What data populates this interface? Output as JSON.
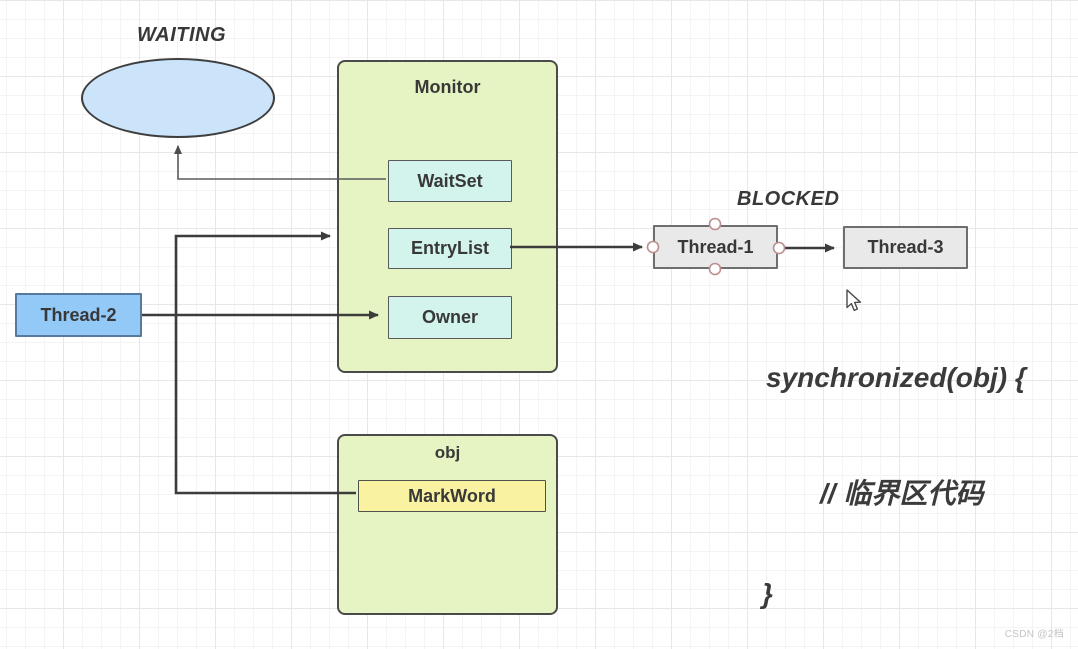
{
  "labels": {
    "waiting": "WAITING",
    "blocked": "BLOCKED"
  },
  "monitor": {
    "title": "Monitor",
    "slots": [
      {
        "label": "WaitSet"
      },
      {
        "label": "EntryList"
      },
      {
        "label": "Owner"
      }
    ]
  },
  "object": {
    "title": "obj",
    "field_label": "MarkWord"
  },
  "threads": {
    "thread1": {
      "label": "Thread-1"
    },
    "thread2": {
      "label": "Thread-2"
    },
    "thread3": {
      "label": "Thread-3"
    }
  },
  "code": {
    "line1": "synchronized(obj) {",
    "line2": "// 临界区代码",
    "line3": "}"
  },
  "watermark": "CSDN @2档",
  "colors": {
    "container-fill": "#e6f4c3",
    "container-border": "#4a4a4a",
    "slot-fill": "#d2f4ec",
    "slot-border": "#5a5a5a",
    "markword-fill": "#f9f2a1",
    "markword-border": "#525252",
    "thread-blue-fill": "#92c9f7",
    "thread-blue-border": "#567a9e",
    "thread-gray-fill": "#e9e9e9",
    "thread-gray-border": "#6e6e6e",
    "ellipse-fill": "#cbe4fa",
    "ellipse-border": "#3e3e3e",
    "edge-color": "#3c3c3c",
    "text-color": "#383838",
    "handle-border": "#bd8e8e"
  }
}
